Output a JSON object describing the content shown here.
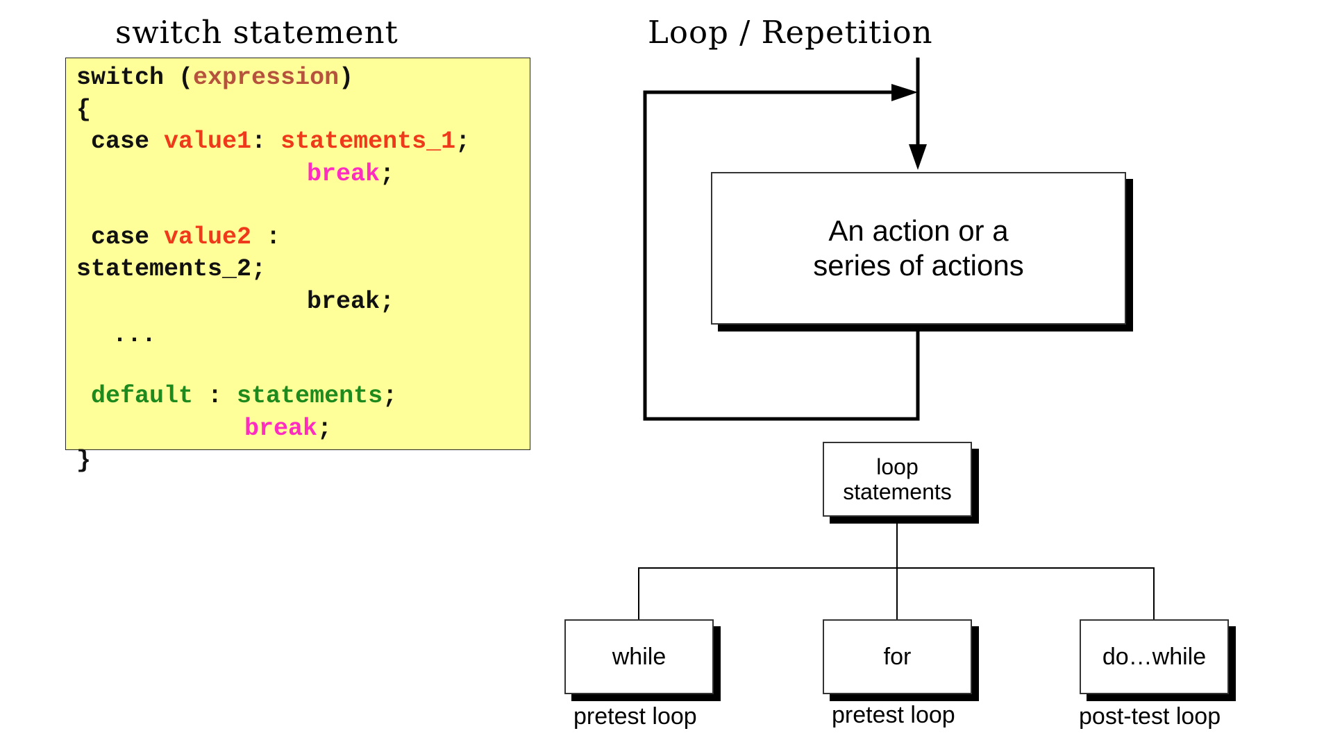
{
  "switch_panel": {
    "title": "switch statement",
    "code": {
      "l1_kw": "switch",
      "l1_open": " (",
      "l1_expr": "expression",
      "l1_close": ")",
      "l2": "{",
      "l3_case": " case ",
      "l3_val": "value1",
      "l3_colon": ": ",
      "l3_stmt": "statements_1",
      "l3_semi": ";",
      "l4_break": "break",
      "l4_semi": ";",
      "l5_case": " case ",
      "l5_val": "value2",
      "l5_colon": " :",
      "l6": "statements_2;",
      "l7": "break;",
      "l8": "  ...",
      "l9_def": " default",
      "l9_colon": " : ",
      "l9_stmt": "statements",
      "l9_semi": ";",
      "l10_break": "break",
      "l10_semi": ";",
      "l11": "}"
    }
  },
  "loop_panel": {
    "title": "Loop / Repetition",
    "action_box": {
      "line1": "An action or a",
      "line2": "series of actions"
    }
  },
  "tree": {
    "root": {
      "line1": "loop",
      "line2": "statements"
    },
    "children": [
      {
        "label": "while",
        "caption": "pretest loop"
      },
      {
        "label": "for",
        "caption": "pretest loop"
      },
      {
        "label": "do…while",
        "caption": "post-test loop"
      }
    ]
  }
}
